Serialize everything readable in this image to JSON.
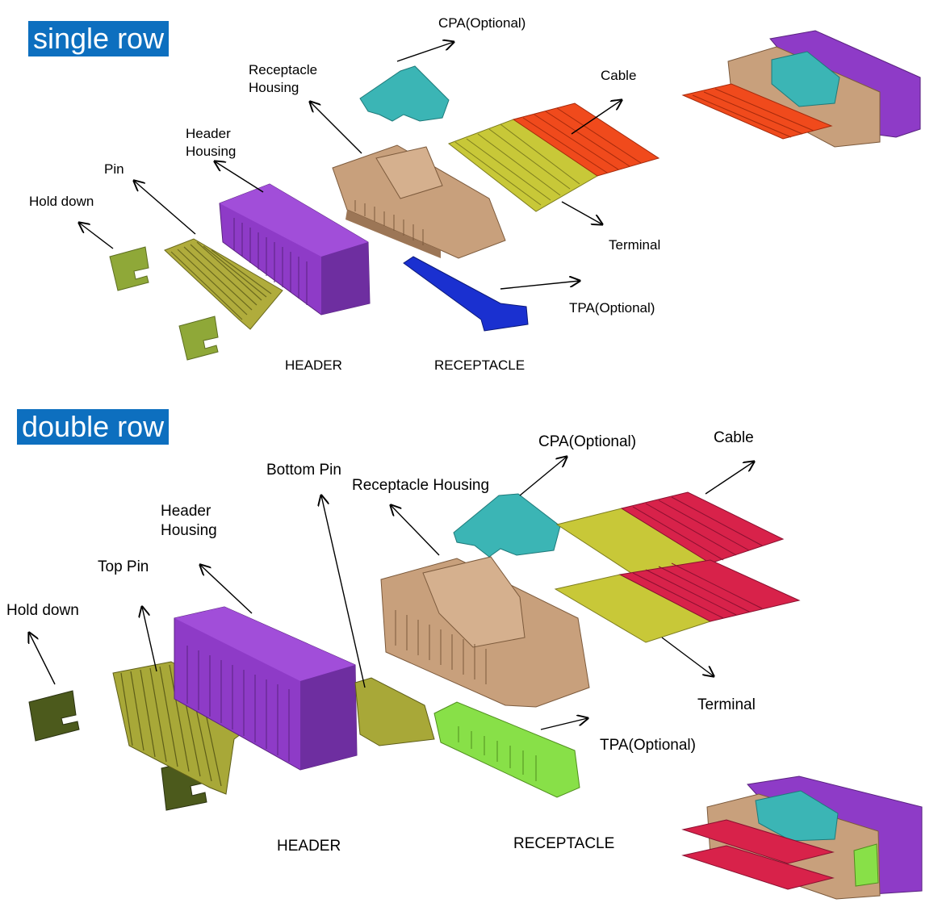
{
  "single_row": {
    "title": "single row",
    "labels": {
      "cpa": "CPA(Optional)",
      "receptacle_housing": "Receptacle\nHousing",
      "cable": "Cable",
      "header_housing": "Header\nHousing",
      "pin": "Pin",
      "hold_down": "Hold down",
      "terminal": "Terminal",
      "tpa": "TPA(Optional)",
      "header": "HEADER",
      "receptacle": "RECEPTACLE"
    }
  },
  "double_row": {
    "title": "double row",
    "labels": {
      "cpa": "CPA(Optional)",
      "cable": "Cable",
      "bottom_pin": "Bottom Pin",
      "receptacle_housing": "Receptacle Housing",
      "header_housing": "Header\nHousing",
      "top_pin": "Top Pin",
      "hold_down": "Hold down",
      "terminal": "Terminal",
      "tpa": "TPA(Optional)",
      "header": "HEADER",
      "receptacle": "RECEPTACLE"
    }
  },
  "colors": {
    "badge": "#0d6fbf",
    "header_housing": "#8e3bc7",
    "receptacle_housing": "#c8a07c",
    "cpa": "#3bb5b5",
    "cable_single": "#f04a1c",
    "cable_double": "#d8224a",
    "terminal": "#c8c838",
    "pin": "#a8a838",
    "hold_down_single": "#8fa838",
    "hold_down_double": "#4c5a1c",
    "tpa_single": "#1a30d0",
    "tpa_double": "#88e048"
  }
}
